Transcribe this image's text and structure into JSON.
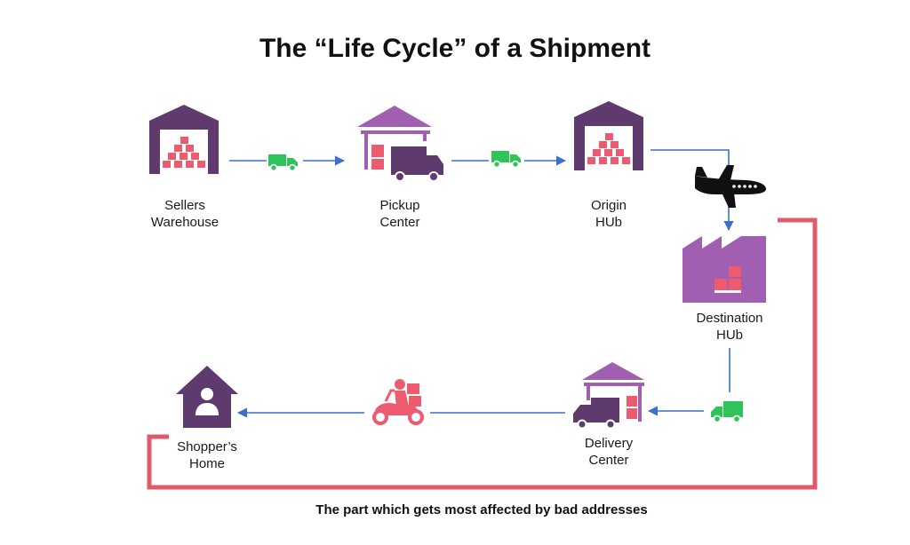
{
  "title": "The “Life Cycle” of a Shipment",
  "caption": "The part which gets most affected by bad addresses",
  "colors": {
    "purple_dark": "#5f3a6e",
    "purple_light": "#a05fb0",
    "pink": "#ee5a6e",
    "green": "#2ec45a",
    "arrow_blue": "#3a6fcf",
    "highlight_red": "#e3596c",
    "plane": "#111111"
  },
  "nodes": [
    {
      "id": "sellers-warehouse",
      "icon": "warehouse-icon",
      "line1": "Sellers",
      "line2": "Warehouse"
    },
    {
      "id": "pickup-center",
      "icon": "pickup-center-icon",
      "line1": "Pickup",
      "line2": "Center"
    },
    {
      "id": "origin-hub",
      "icon": "warehouse-icon",
      "line1": "Origin",
      "line2": "HUb"
    },
    {
      "id": "destination-hub",
      "icon": "factory-icon",
      "line1": "Destination",
      "line2": "HUb"
    },
    {
      "id": "delivery-center",
      "icon": "delivery-center-icon",
      "line1": "Delivery",
      "line2": "Center"
    },
    {
      "id": "shoppers-home",
      "icon": "home-icon",
      "line1": "Shopper’s",
      "line2": "Home"
    }
  ],
  "transports": [
    "truck-icon",
    "truck-icon",
    "airplane-icon",
    "truck-icon",
    "scooter-icon"
  ]
}
